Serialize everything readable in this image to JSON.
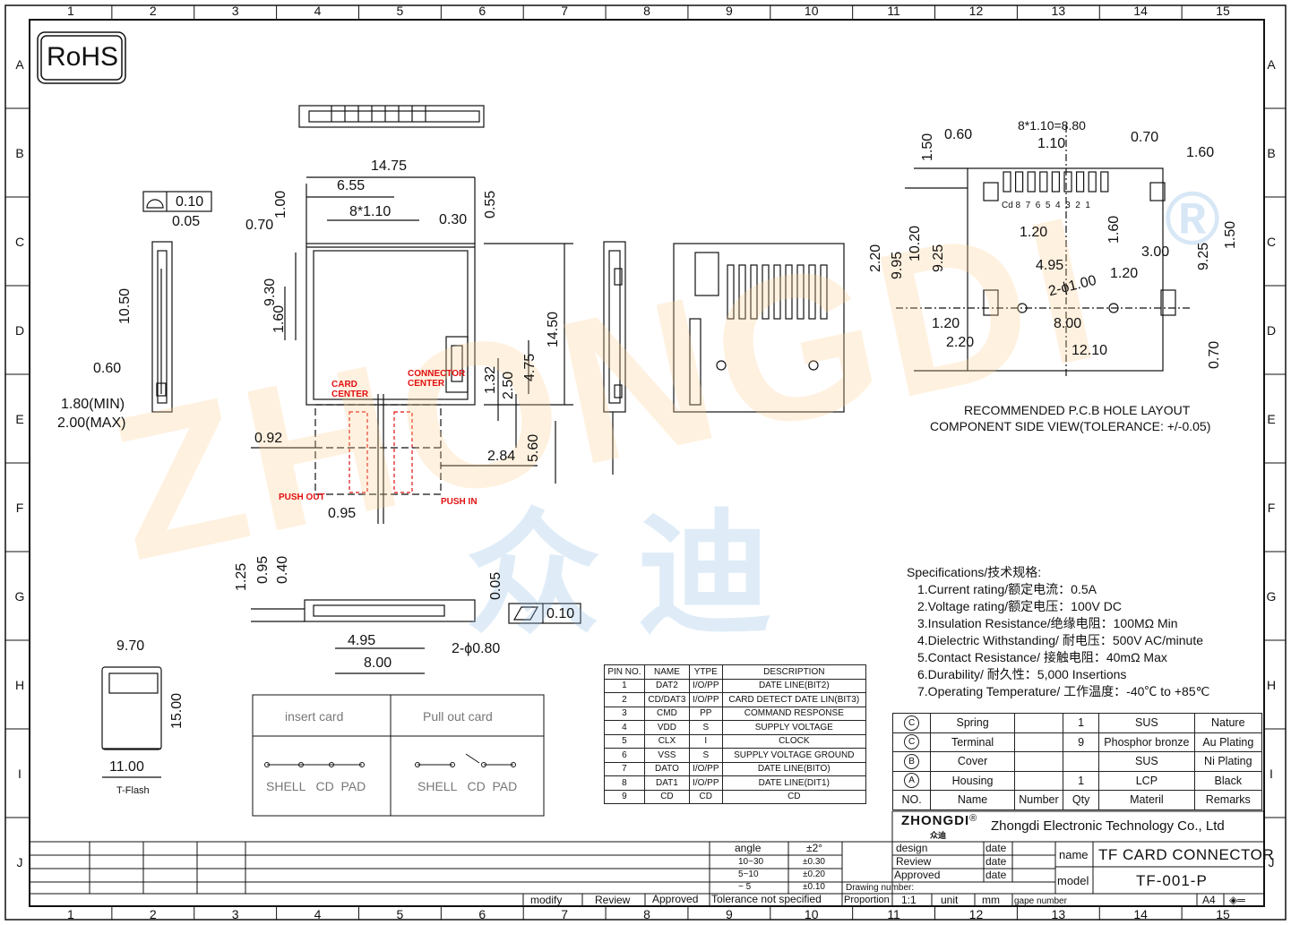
{
  "grid": {
    "cols": [
      "1",
      "2",
      "3",
      "4",
      "5",
      "6",
      "7",
      "8",
      "9",
      "10",
      "11",
      "12",
      "13",
      "14",
      "15"
    ],
    "rows": [
      "A",
      "B",
      "C",
      "D",
      "E",
      "F",
      "G",
      "H",
      "I",
      "J"
    ]
  },
  "rohs_label": "RoHS",
  "watermark": {
    "latin": "ZHONGDI",
    "cjk": "众 迪",
    "registered": "®"
  },
  "views": {
    "side_left": {
      "flatness": "0.10",
      "d1": "0.05",
      "d2": "10.50",
      "d3": "0.60",
      "d4": "1.80(MIN)",
      "d5": "2.00(MAX)"
    },
    "front": {
      "width": "14.75",
      "w2": "6.55",
      "pitch": "8*1.10",
      "d070": "0.70",
      "d100": "1.00",
      "d030": "0.30",
      "d055": "0.55",
      "d930": "9.30",
      "d160": "1.60",
      "d1450": "14.50",
      "d132": "1.32",
      "d250": "2.50",
      "d475": "4.75",
      "d092": "0.92",
      "d284": "2.84",
      "d560": "5.60",
      "d095": "0.95",
      "card_center": [
        "CARD",
        "CENTER"
      ],
      "connector_center": [
        "CONNECTOR",
        "CENTER"
      ],
      "push_out": "PUSH OUT",
      "push_in": "PUSH IN"
    },
    "bottom": {
      "d125": "1.25",
      "d095": "0.95",
      "d040": "0.40",
      "d005": "0.05",
      "flatness": "0.10",
      "d495": "4.95",
      "d800": "8.00",
      "hole": "2-ϕ0.80"
    },
    "tflash": {
      "w": "9.70",
      "h": "15.00",
      "w2": "11.00",
      "label": "T-Flash"
    },
    "switch": {
      "insert": "insert  card",
      "pull": "Pull  out  card",
      "insert_pins": "SHELL   CD  PAD",
      "pull_pins": "SHELL   CD  PAD"
    },
    "pcb": {
      "pitch": "8*1.10=8.80",
      "d060": "0.60",
      "d110": "1.10",
      "d070": "0.70",
      "d160a": "1.60",
      "d150a": "1.50",
      "d220": "2.20",
      "d995": "9.95",
      "d1020": "10.20",
      "d925": "9.25",
      "d120a": "1.20",
      "d160b": "1.60",
      "d300": "3.00",
      "d925b": "9.25",
      "d150b": "1.50",
      "d495": "4.95",
      "d120b": "1.20",
      "hole": "2-ϕ1.00",
      "d120c": "1.20",
      "d800": "8.00",
      "d220b": "2.20",
      "d1210": "12.10",
      "d070b": "0.70",
      "pin_labels": "Cd 8  7  6  5  4  3  2  1",
      "caption1": "RECOMMENDED P.C.B HOLE LAYOUT",
      "caption2": "COMPONENT SIDE VIEW(TOLERANCE: +/-0.05)"
    }
  },
  "specs": {
    "title": "Specifications/技术规格:",
    "items": [
      "1.Current rating/额定电流：0.5A",
      "2.Voltage rating/额定电压：100V DC",
      "3.Insulation Resistance/绝缘电阻：100MΩ Min",
      "4.Dielectric Withstanding/ 耐电压：500V AC/minute",
      "5.Contact Resistance/ 接触电阻：40mΩ  Max",
      "6.Durability/ 耐久性：5,000 Insertions",
      "7.Operating Temperature/ 工作温度：-40℃  to +85℃"
    ]
  },
  "pin_table": {
    "headers": [
      "PIN NO.",
      "NAME",
      "YTPE",
      "DESCRIPTION"
    ],
    "rows": [
      [
        "1",
        "DAT2",
        "I/O/PP",
        "DATE LINE(BIT2)"
      ],
      [
        "2",
        "CD/DAT3",
        "I/O/PP",
        "CARD DETECT DATE LIN(BIT3)"
      ],
      [
        "3",
        "CMD",
        "PP",
        "COMMAND RESPONSE"
      ],
      [
        "4",
        "VDD",
        "S",
        "SUPPLY VOLTAGE"
      ],
      [
        "5",
        "CLX",
        "I",
        "CLOCK"
      ],
      [
        "6",
        "VSS",
        "S",
        "SUPPLY VOLTAGE GROUND"
      ],
      [
        "7",
        "DATO",
        "I/O/PP",
        "DATE LINE(BITO)"
      ],
      [
        "8",
        "DAT1",
        "I/O/PP",
        "DATE LINE(DIT1)"
      ],
      [
        "9",
        "CD",
        "CD",
        "CD"
      ]
    ]
  },
  "bom": {
    "rows": [
      [
        "C",
        "Spring",
        "",
        "1",
        "SUS",
        "Nature"
      ],
      [
        "C",
        "Terminal",
        "",
        "9",
        "Phosphor bronze",
        "Au Plating"
      ],
      [
        "B",
        "Cover",
        "",
        "",
        "SUS",
        "Ni Plating"
      ],
      [
        "A",
        "Housing",
        "",
        "1",
        "LCP",
        "Black"
      ]
    ],
    "header": [
      "NO.",
      "Name",
      "Number",
      "Qty",
      "Materil",
      "Remarks"
    ]
  },
  "company": {
    "logo": "ZHONGDI",
    "logo_cn": "众迪",
    "name": "Zhongdi Electronic Technology Co., Ltd"
  },
  "title_block": {
    "angle": "angle",
    "angle_tol": "±2°",
    "tol_rows": [
      [
        "10~30",
        "±0.30"
      ],
      [
        "5~10",
        "±0.20"
      ],
      [
        "~ 5",
        "±0.10"
      ]
    ],
    "design": "design",
    "review": "Review",
    "approved": "Approved",
    "date": "date",
    "name_label": "name",
    "name_value": "TF CARD CONNECTOR",
    "model_label": "model",
    "model_value": "TF-001-P",
    "drawing_number": "Drawing number:",
    "modify": "modify",
    "review2": "Review",
    "approved2": "Approved",
    "tolerance": "Tolerance not specified",
    "proportion": "Proportion",
    "scale": "1:1",
    "unit": "unit",
    "mm": "mm",
    "page_number": "gape number",
    "size": "A4"
  }
}
